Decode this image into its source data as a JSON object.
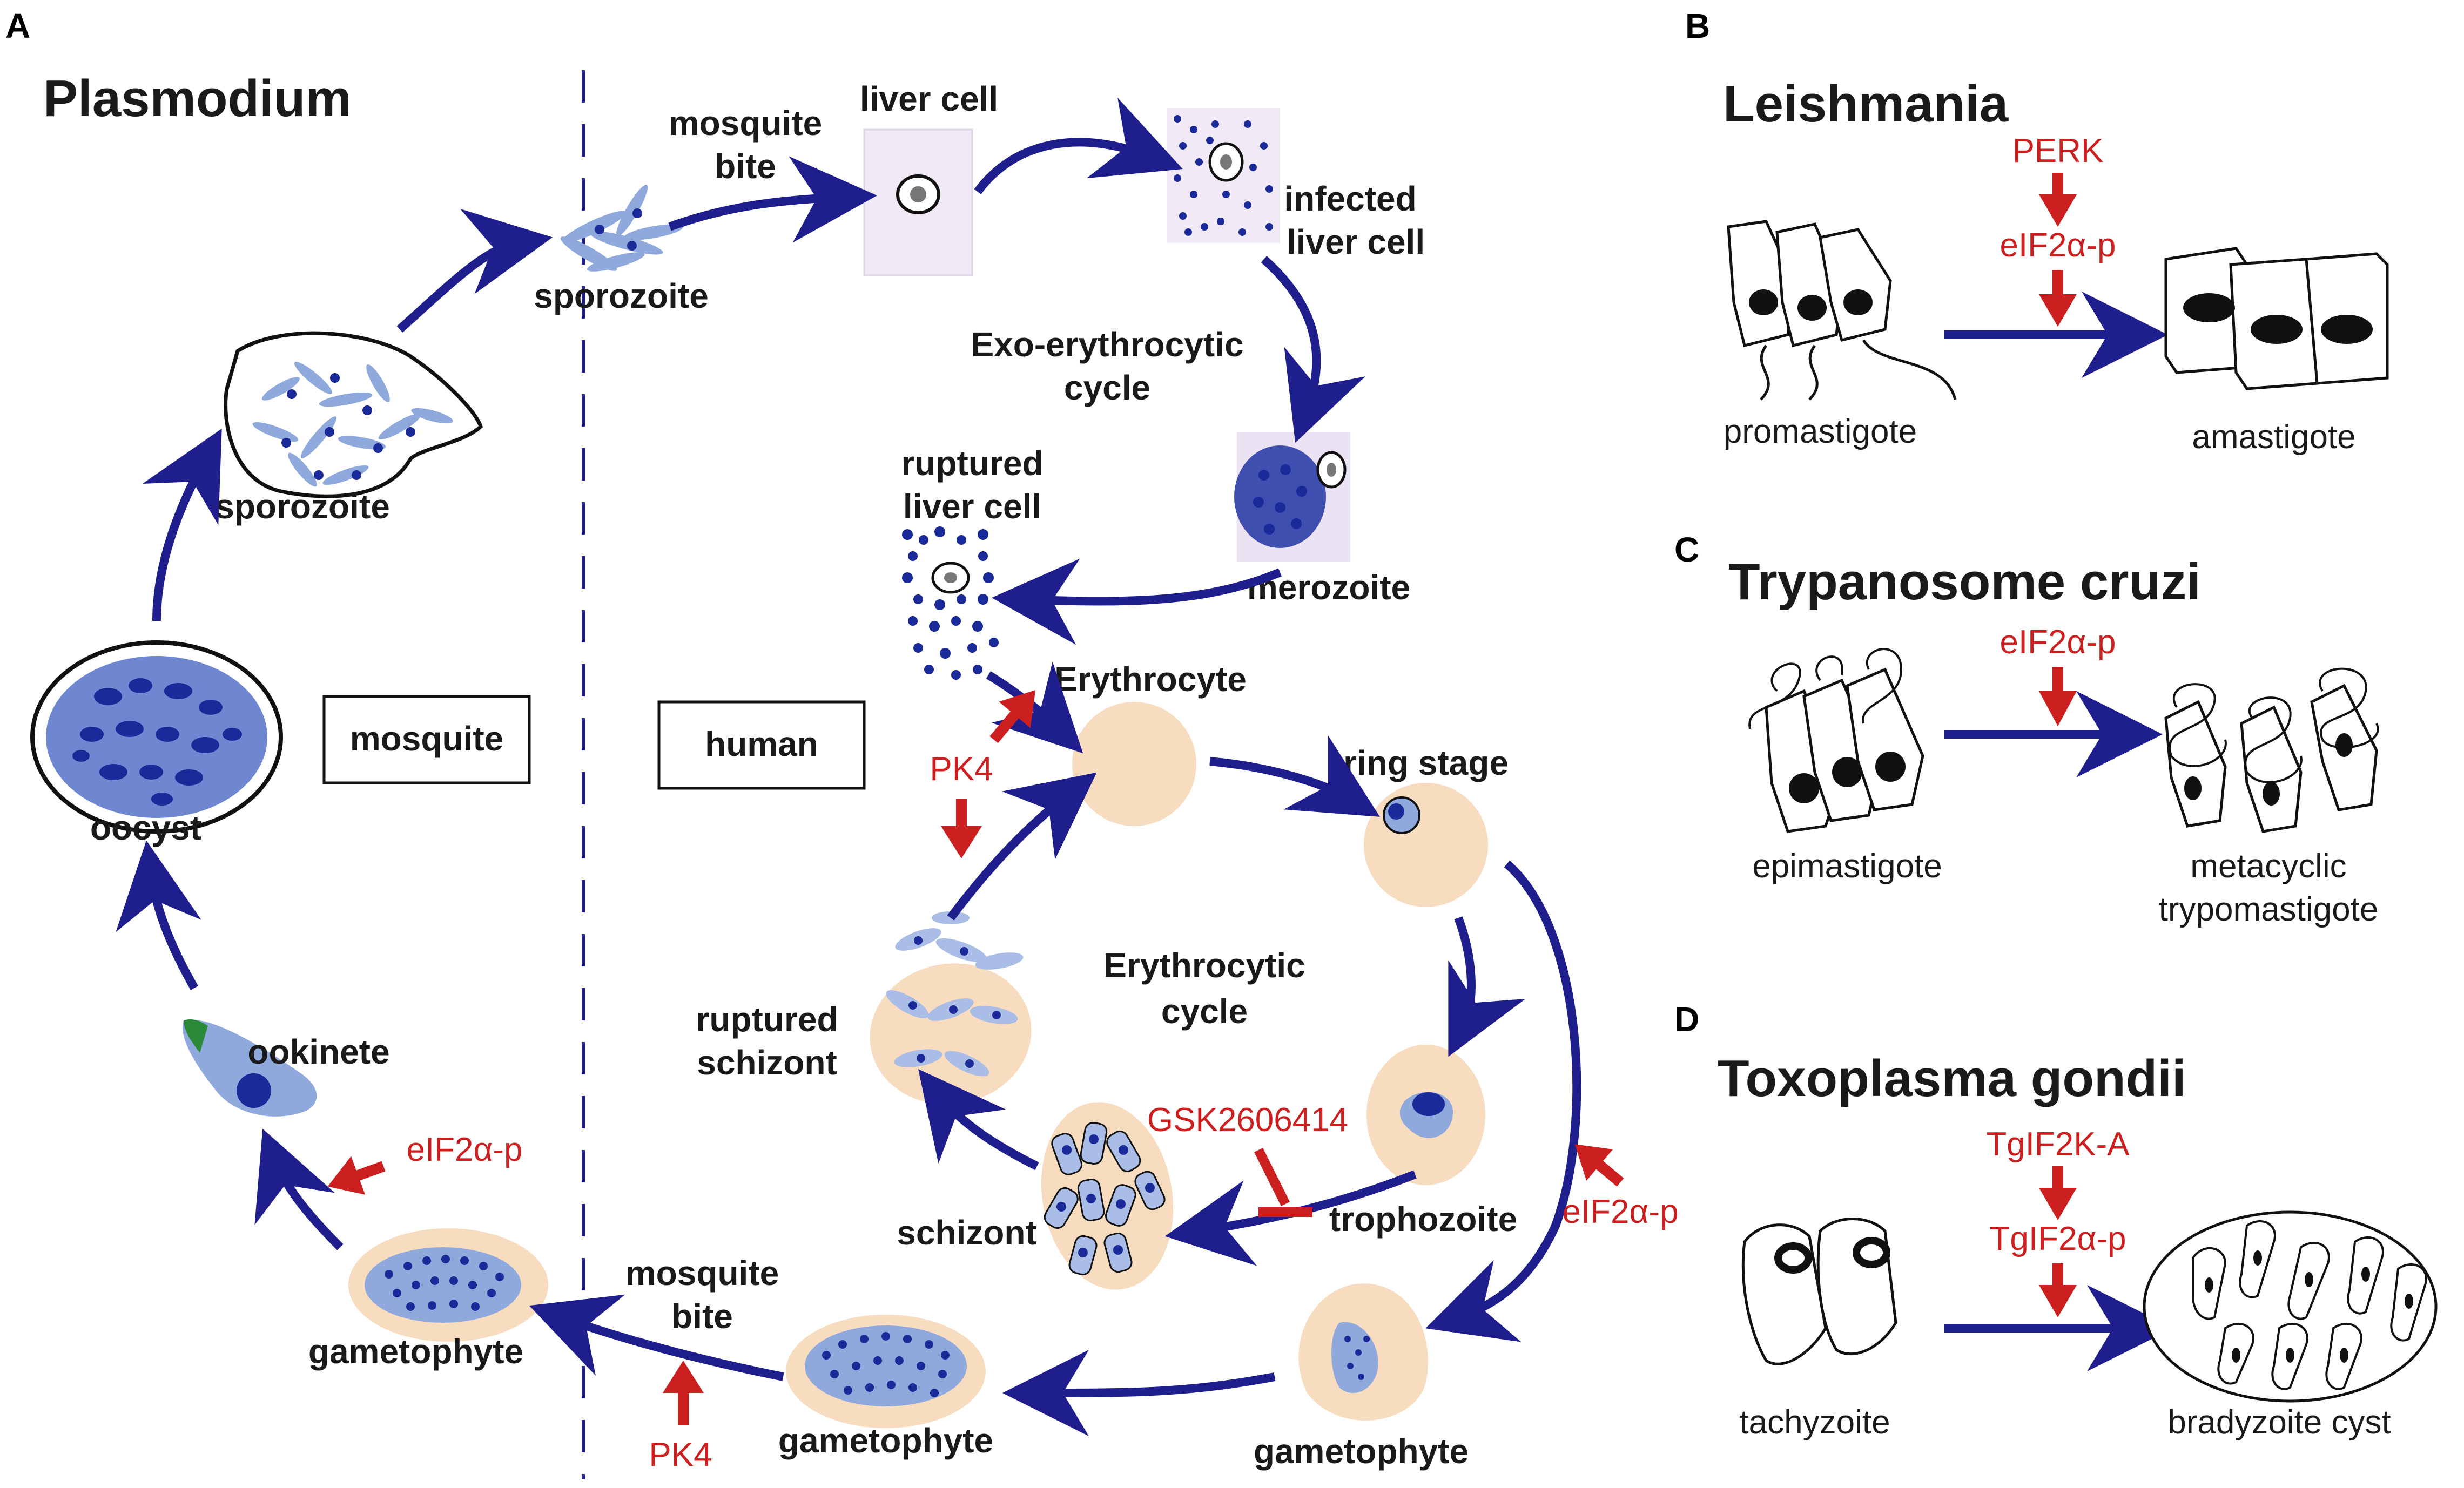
{
  "panels": {
    "a": "A",
    "b": "B",
    "c": "C",
    "d": "D"
  },
  "plasmodium": {
    "title": "Plasmodium",
    "mosquite_box": "mosquite",
    "human_box": "human",
    "labels": {
      "mosquite_bite_top_1": "mosquite",
      "mosquite_bite_top_2": "bite",
      "liver_cell": "liver cell",
      "infected_1": "infected",
      "infected_2": "liver cell",
      "exo_1": "Exo-erythrocytic",
      "exo_2": "cycle",
      "ruptured_liver_1": "ruptured",
      "ruptured_liver_2": "liver cell",
      "merozoite": "merozoite",
      "sporozoite_human": "sporozoite",
      "sporozoite_mosq": "sporozoite",
      "oocyst": "oocyst",
      "ookinete": "ookinete",
      "erythrocyte": "Erythrocyte",
      "ring_stage": "ring stage",
      "erythro_1": "Erythrocytic",
      "erythro_2": "cycle",
      "ruptured_schizont_1": "ruptured",
      "ruptured_schizont_2": "schizont",
      "schizont": "schizont",
      "trophozoite": "trophozoite",
      "gametophyte_right": "gametophyte",
      "gametophyte_mid": "gametophyte",
      "gametophyte_left": "gametophyte",
      "mosquite_bite_bottom_1": "mosquite",
      "mosquite_bite_bottom_2": "bite"
    },
    "red_labels": {
      "pk4_top": "PK4",
      "gsk": "GSK2606414",
      "eif_right": "eIF2α-p",
      "eif_left": "eIF2α-p",
      "pk4_bottom": "PK4"
    }
  },
  "leishmania": {
    "title": "Leishmania",
    "kinase": "PERK",
    "phospho": "eIF2α-p",
    "from": "promastigote",
    "to": "amastigote"
  },
  "trypanosome": {
    "title": "Trypanosome cruzi",
    "phospho": "eIF2α-p",
    "from": "epimastigote",
    "to_1": "metacyclic",
    "to_2": "trypomastigote"
  },
  "toxoplasma": {
    "title": "Toxoplasma gondii",
    "kinase": "TgIF2K-A",
    "phospho": "TgIF2α-p",
    "from": "tachyzoite",
    "to": "bradyzoite cyst"
  },
  "colors": {
    "arrow_blue": "#1e1e8c",
    "inhibit_red": "#cc1f1f",
    "cell_peach": "#f8dcc0",
    "parasite_light": "#8fa9dc",
    "parasite_dark": "#1a2a99"
  }
}
